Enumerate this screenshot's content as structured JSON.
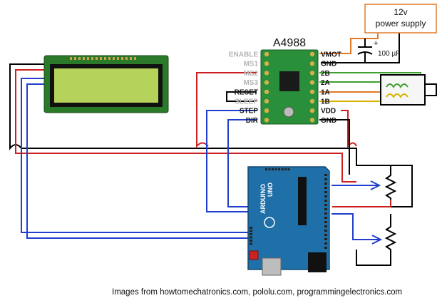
{
  "power_supply": {
    "line1": "12v",
    "line2": "power supply"
  },
  "capacitor": {
    "label": "100 µF",
    "plus": "+"
  },
  "driver": {
    "title": "A4988",
    "left_pins": [
      {
        "label": "ENABLE",
        "muted": true
      },
      {
        "label": "MS1",
        "muted": true
      },
      {
        "label": "MS2",
        "muted": true
      },
      {
        "label": "MS3",
        "muted": true
      },
      {
        "label": "RESET",
        "muted": false
      },
      {
        "label": "SLEEP",
        "muted": true
      },
      {
        "label": "STEP",
        "muted": false
      },
      {
        "label": "DIR",
        "muted": false
      }
    ],
    "right_pins": [
      "VMOT",
      "GND",
      "2B",
      "2A",
      "1A",
      "1B",
      "VDD",
      "GND"
    ]
  },
  "arduino": {
    "brand": "ARDUINO",
    "model": "UNO"
  },
  "credit": "Images from howtomechatronics.com, pololu.com, programmingelectronics.com",
  "colors": {
    "red": "#cc1f1f",
    "black": "#000000",
    "blue": "#1f3fcc",
    "orange": "#e07b2a",
    "green": "#3f9f2f",
    "yellow": "#d9b300",
    "lcd_screen": "#b5d35a",
    "driver_board": "#2a8f3a",
    "arduino_board": "#1f6fa8"
  }
}
